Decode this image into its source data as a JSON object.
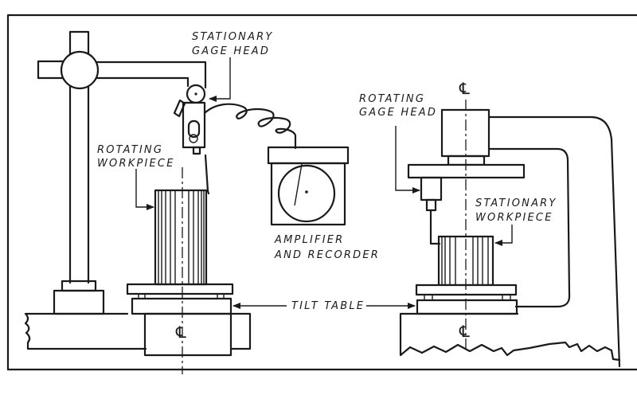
{
  "diagram": {
    "title": "Roundness measurement setups: rotating workpiece vs. rotating gage head",
    "left_setup": {
      "labels": {
        "gage_head_line1": "STATIONARY",
        "gage_head_line2": "GAGE HEAD",
        "workpiece_line1": "ROTATING",
        "workpiece_line2": "WORKPIECE"
      },
      "centerline_symbol": "℄"
    },
    "instrument": {
      "label_line1": "AMPLIFIER",
      "label_line2": "AND RECORDER"
    },
    "shared": {
      "tilt_table_label": "TILT TABLE"
    },
    "right_setup": {
      "labels": {
        "gage_head_line1": "ROTATING",
        "gage_head_line2": "GAGE HEAD",
        "workpiece_line1": "STATIONARY",
        "workpiece_line2": "WORKPIECE"
      },
      "centerline_symbol_top": "℄",
      "centerline_symbol_bottom": "℄"
    },
    "colors": {
      "ink": "#1a1a1a",
      "paper": "#ffffff"
    }
  }
}
